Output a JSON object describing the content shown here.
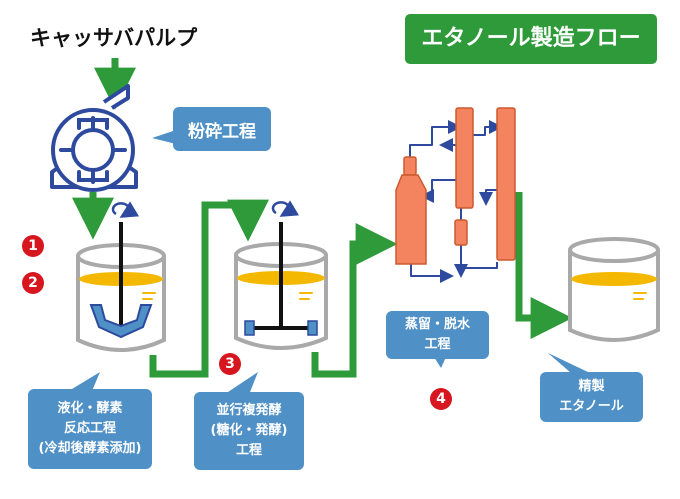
{
  "title": "エタノール製造フロー",
  "source": "キャッサバパルプ",
  "steps": {
    "crushing": "粉砕工程",
    "liquefaction": [
      "液化・酵素",
      "反応工程",
      "(冷却後酵素添加)"
    ],
    "ssf": [
      "並行複発酵",
      "(糖化・発酵)",
      "工程"
    ],
    "distillation": [
      "蒸留・脱水",
      "工程"
    ],
    "product": [
      "精製",
      "エタノール"
    ]
  },
  "badges": [
    "1",
    "2",
    "3",
    "4"
  ],
  "colors": {
    "title_bg": "#2e9a3a",
    "flow_arrow": "#2e9a3a",
    "callout": "#4f90c6",
    "badge": "#d7171f",
    "column": "#f4845f",
    "mash": "#f5b800",
    "equipment": "#2d4a9e"
  }
}
